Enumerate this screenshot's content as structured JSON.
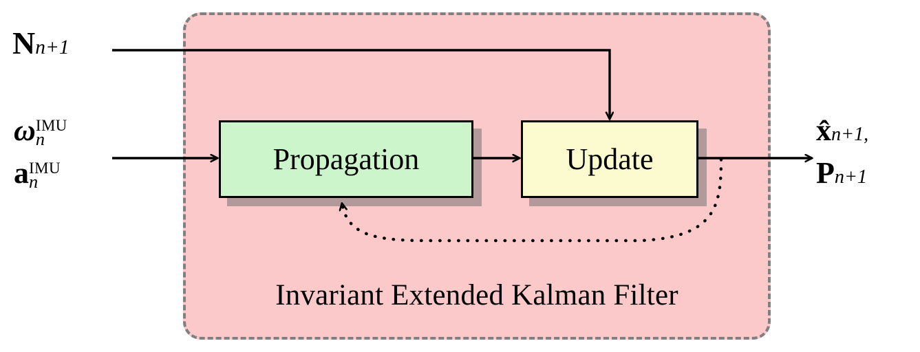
{
  "diagram": {
    "title": "Invariant Extended Kalman Filter",
    "panel": {
      "label": "Invariant Extended Kalman Filter",
      "fill_color": "#fbc9c9",
      "border_color": "#808080",
      "border_style": "dashed"
    },
    "blocks": [
      {
        "id": "propagation",
        "label": "Propagation",
        "fill_color": "#ccf5cc",
        "border_color": "#000000",
        "shadow_color": "#b39a9a"
      },
      {
        "id": "update",
        "label": "Update",
        "fill_color": "#fbfbcf",
        "border_color": "#000000",
        "shadow_color": "#b39a9a"
      }
    ],
    "inputs": {
      "measurement": {
        "base": "N",
        "sub": "n+1"
      },
      "imu": {
        "gyro": {
          "base": "ω",
          "sup": "IMU",
          "sub": "n"
        },
        "accel": {
          "base": "a",
          "sup": "IMU",
          "sub": "n"
        }
      }
    },
    "outputs": {
      "state": {
        "base": "x̂",
        "sub": "n+1,"
      },
      "covariance": {
        "base": "P",
        "sub": "n+1"
      }
    },
    "edges": [
      {
        "id": "imu-to-propagation",
        "from": "imu",
        "to": "propagation",
        "style": "solid",
        "arrow": true
      },
      {
        "id": "measurement-to-update",
        "from": "measurement",
        "to": "update",
        "style": "solid",
        "arrow": true
      },
      {
        "id": "propagation-to-update",
        "from": "propagation",
        "to": "update",
        "style": "solid",
        "arrow": true
      },
      {
        "id": "update-to-output",
        "from": "update",
        "to": "output",
        "style": "solid",
        "arrow": true
      },
      {
        "id": "update-feedback-to-propagation",
        "from": "update",
        "to": "propagation",
        "style": "dotted",
        "arrow": true
      }
    ]
  }
}
